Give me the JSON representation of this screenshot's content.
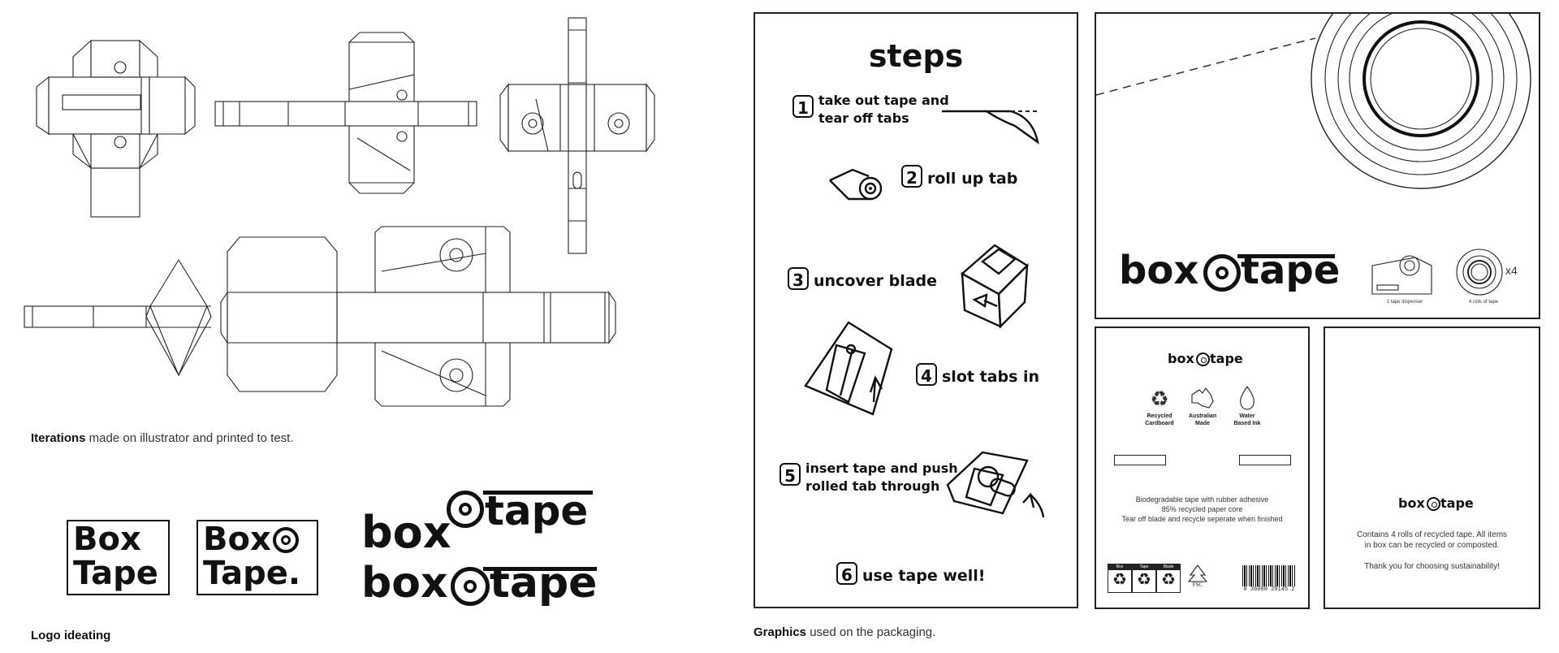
{
  "captions": {
    "iterations_bold": "Iterations",
    "iterations_rest": " made on illustrator and printed to test.",
    "logo_bold": "Logo ideating",
    "graphics_bold": "Graphics",
    "graphics_rest": " used on the packaging."
  },
  "logos": {
    "box": "Box",
    "tape": "Tape",
    "tape_dot": "Tape.",
    "box_lower": "box",
    "tape_lower": "tape"
  },
  "steps": {
    "title": "steps",
    "items": [
      {
        "num": "1",
        "line1": "take out tape and",
        "line2": "tear off tabs"
      },
      {
        "num": "2",
        "line1": "roll up tab"
      },
      {
        "num": "3",
        "line1": "uncover blade"
      },
      {
        "num": "4",
        "line1": "slot tabs in"
      },
      {
        "num": "5",
        "line1": "insert tape and push",
        "line2": "rolled tab through"
      },
      {
        "num": "6",
        "line1": "use tape well!"
      }
    ]
  },
  "front": {
    "brand_left": "box",
    "brand_right": "tape",
    "dispenser_caption": "1 tape dispenser",
    "rolls_caption": "4 rolls of tape",
    "multiplier": "x4"
  },
  "side_left": {
    "icons": [
      {
        "label1": "Recycled",
        "label2": "Cardboard"
      },
      {
        "label1": "Australian",
        "label2": "Made"
      },
      {
        "label1": "Water",
        "label2": "Based Ink"
      }
    ],
    "desc1": "Biodegradable tape with rubber adhesive",
    "desc2": "85% recycled paper core",
    "desc3": "Tear off blade and recycle seperate when finished",
    "recycle_tags": [
      "Box",
      "Tape",
      "Blade"
    ],
    "fsc": "FSC",
    "barcode": "0  36000  29145  2"
  },
  "side_right": {
    "line1": "Contains 4 rolls of recycled tape. All items",
    "line2": "in box can be recycled or composted.",
    "line3": "Thank you for choosing sustainability!"
  },
  "colors": {
    "ink": "#111111",
    "paper": "#ffffff"
  }
}
